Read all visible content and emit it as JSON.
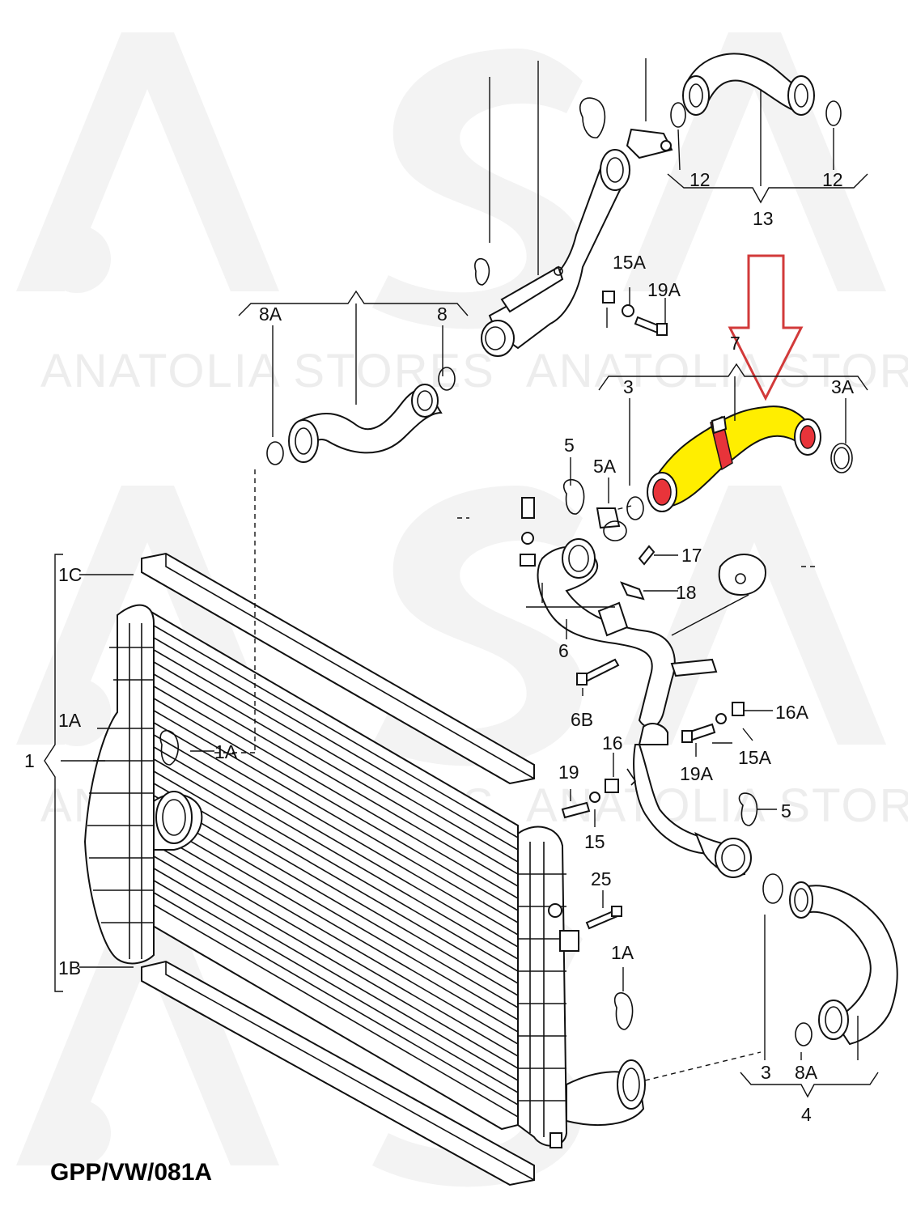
{
  "watermark": {
    "text": "ANATOLIA STORES"
  },
  "part_code": "GPP/VW/081A",
  "highlight": {
    "fill": "#ffee00",
    "band": "#e8343a",
    "arrow": "#d23a3a"
  },
  "labels": {
    "l12a": "12",
    "l12b": "12",
    "l13": "13",
    "l15A_top": "15A",
    "l19A_top": "19A",
    "l8A_top": "8A",
    "l8_top": "8",
    "l7": "7",
    "l3_top": "3",
    "l3A": "3A",
    "l5_top": "5",
    "l5A": "5A",
    "l17": "17",
    "l18": "18",
    "l6": "6",
    "l6B": "6B",
    "l16A": "16A",
    "l15A_mid": "15A",
    "l19A_mid": "19A",
    "l16": "16",
    "l19": "19",
    "l15": "15",
    "l5_right": "5",
    "l25": "25",
    "l1A_bottom": "1A",
    "l3_bottom": "3",
    "l8A_bottom": "8A",
    "l4": "4",
    "l1C": "1C",
    "l1A_left": "1A",
    "l1": "1",
    "l1A_mid": "1A",
    "l1B": "1B"
  }
}
